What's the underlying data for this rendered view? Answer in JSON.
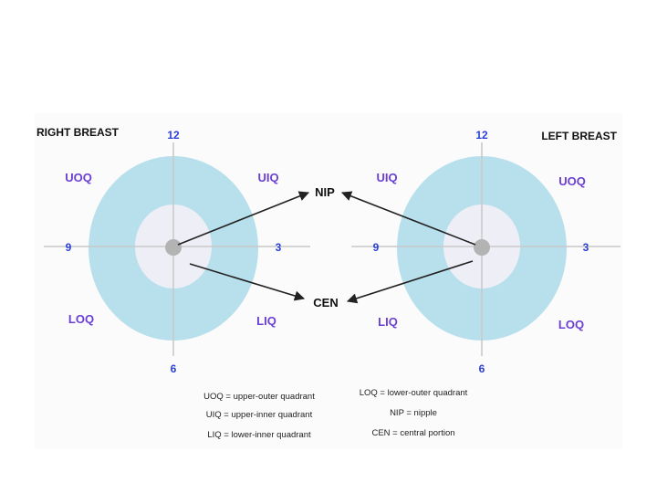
{
  "colors": {
    "breast_outer": "#b8e0ec",
    "breast_inner": "#eeeef6",
    "nipple": "#b3b3b3",
    "axis": "#c8c8c8",
    "clock_labels": "#2b3fd6",
    "quadrant_labels": "#6a3fd2",
    "arrow": "#222222"
  },
  "right_breast": {
    "title": "RIGHT BREAST",
    "clock": {
      "top": "12",
      "left": "9",
      "right": "3",
      "bottom": "6"
    },
    "quadrants": {
      "upper_left": "UOQ",
      "upper_right": "UIQ",
      "lower_left": "LOQ",
      "lower_right": "LIQ"
    }
  },
  "left_breast": {
    "title": "LEFT BREAST",
    "clock": {
      "top": "12",
      "left": "9",
      "right": "3",
      "bottom": "6"
    },
    "quadrants": {
      "upper_left": "UIQ",
      "upper_right": "UOQ",
      "lower_left": "LIQ",
      "lower_right": "LOQ"
    }
  },
  "markers": {
    "nipple": "NIP",
    "center": "CEN"
  },
  "legend": {
    "left": [
      "UOQ = upper-outer quadrant",
      "UIQ = upper-inner quadrant",
      "LIQ = lower-inner quadrant"
    ],
    "right": [
      "LOQ = lower-outer quadrant",
      "NIP = nipple",
      "CEN = central portion"
    ]
  }
}
